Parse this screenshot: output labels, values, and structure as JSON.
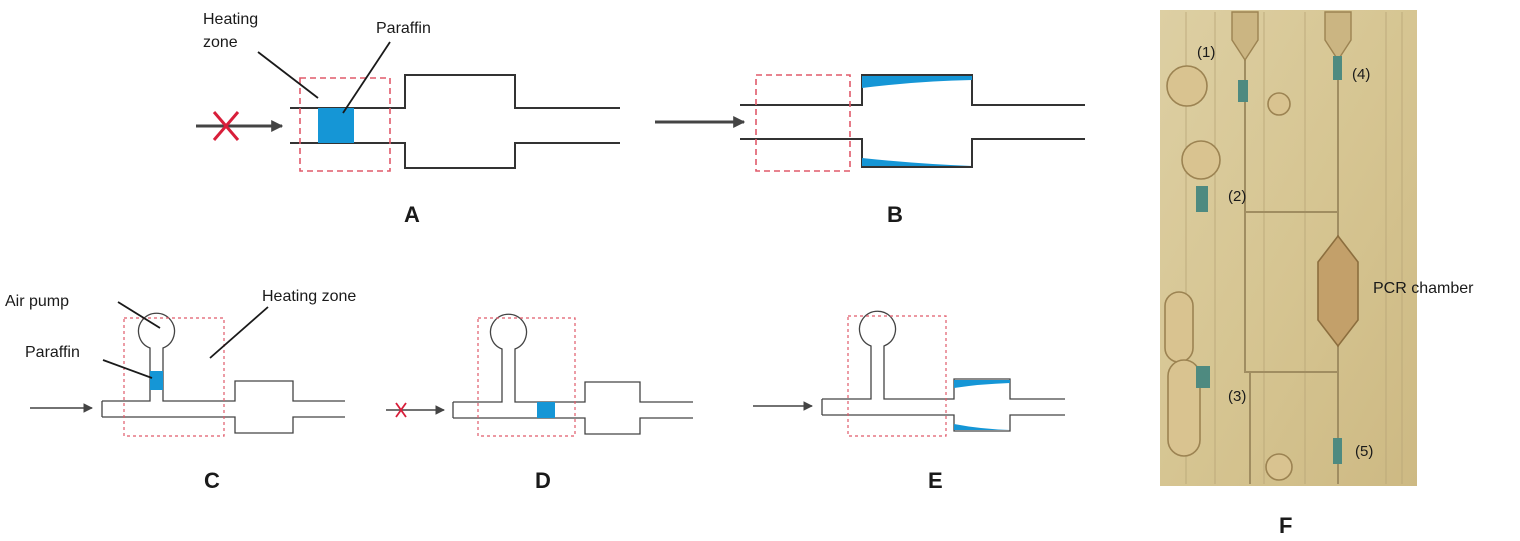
{
  "labels": {
    "heating_zone_a": [
      "Heating",
      "zone"
    ],
    "paraffin_a": "Paraffin",
    "air_pump": "Air pump",
    "paraffin_c": "Paraffin",
    "heating_zone_c": "Heating zone",
    "pcr_chamber": "PCR chamber"
  },
  "panels": {
    "a": "A",
    "b": "B",
    "c": "C",
    "d": "D",
    "e": "E",
    "f": "F"
  },
  "photo_markers": [
    "(1)",
    "(2)",
    "(3)",
    "(4)",
    "(5)"
  ],
  "colors": {
    "paraffin": "#1596d6",
    "heating_zone": "#e05a6a",
    "blocked": "#d81e3a",
    "chip_background": "#d8c79a"
  }
}
